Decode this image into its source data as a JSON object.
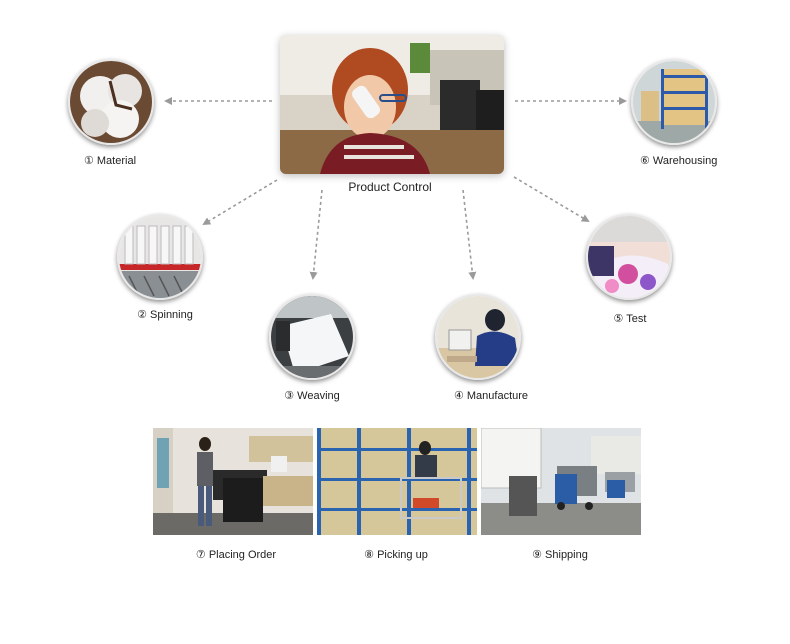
{
  "center": {
    "label": "Product Control"
  },
  "steps": [
    {
      "label": "① Material"
    },
    {
      "label": "② Spinning"
    },
    {
      "label": "③ Weaving"
    },
    {
      "label": "④ Manufacture"
    },
    {
      "label": "⑤ Test"
    },
    {
      "label": "⑥ Warehousing"
    },
    {
      "label": "⑦ Placing Order"
    },
    {
      "label": "⑧ Picking up"
    },
    {
      "label": "⑨ Shipping"
    }
  ],
  "colors": {
    "arrow": "#9a9a9a",
    "text": "#222222"
  }
}
